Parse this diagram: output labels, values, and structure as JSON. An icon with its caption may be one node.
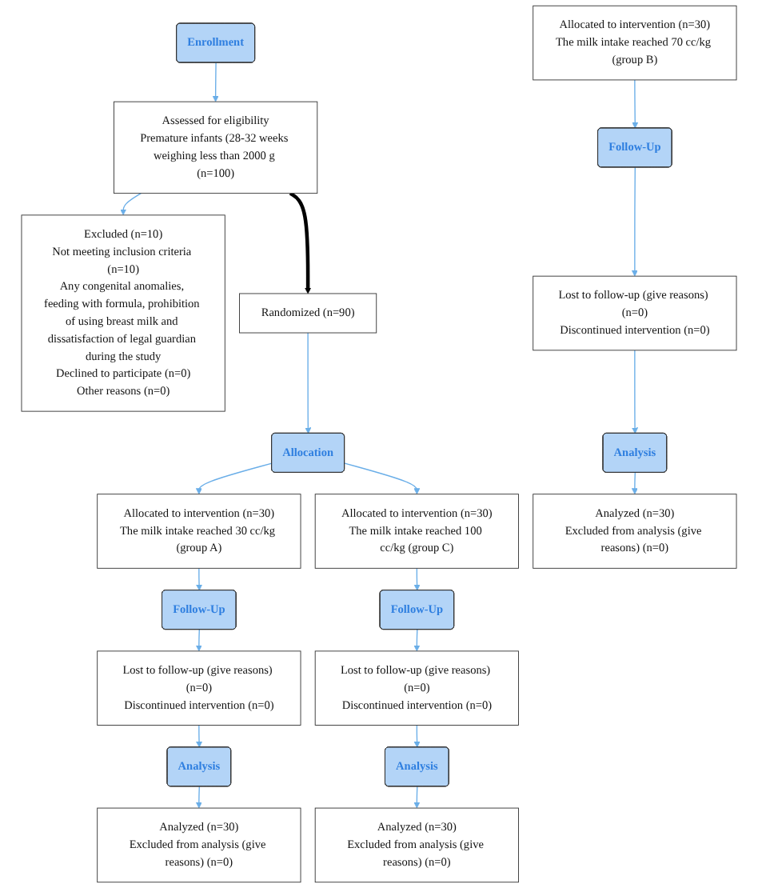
{
  "diagram": {
    "nodes": [
      {
        "text": [
          "Enrollment"
        ]
      },
      {
        "text": [
          "Assessed for eligibility",
          "Premature infants (28-32 weeks weighing less than 2000 g (n=100)"
        ]
      },
      {
        "text": [
          "Excluded (n=10)",
          "Not meeting inclusion criteria (n=10)",
          "Any congenital anomalies, feeding with formula, prohibition of using breast milk and dissatisfaction of legal guardian during the study",
          "Declined to participate (n=0)",
          "Other reasons (n=0)"
        ]
      },
      {
        "text": [
          "Randomized (n=90)"
        ]
      },
      {
        "text": [
          "Allocation"
        ]
      },
      {
        "text": [
          "Allocated to intervention (n=30)",
          "The milk intake reached 30 cc/kg (group A)"
        ]
      },
      {
        "text": [
          "Allocated to intervention (n=30)",
          "The milk intake reached 70 cc/kg (group B)"
        ]
      },
      {
        "text": [
          "Allocated to intervention (n=30)",
          "The milk intake reached 100 cc/kg (group C)"
        ]
      },
      {
        "text": [
          "Follow-Up"
        ]
      },
      {
        "text": [
          "Follow-Up"
        ]
      },
      {
        "text": [
          "Follow-Up"
        ]
      },
      {
        "text": [
          "Lost to follow-up (give reasons) (n=0)",
          "Discontinued intervention (n=0)"
        ]
      },
      {
        "text": [
          "Lost to follow-up (give reasons) (n=0)",
          "Discontinued intervention (n=0)"
        ]
      },
      {
        "text": [
          "Lost to follow-up (give reasons) (n=0)",
          "Discontinued intervention (n=0)"
        ]
      },
      {
        "text": [
          "Analysis"
        ]
      },
      {
        "text": [
          "Analysis"
        ]
      },
      {
        "text": [
          "Analysis"
        ]
      },
      {
        "text": [
          "Analyzed (n=30)",
          "Excluded from analysis (give reasons) (n=0)"
        ]
      },
      {
        "text": [
          "Analyzed (n=30)",
          "Excluded from analysis (give reasons) (n=0)"
        ]
      },
      {
        "text": [
          "Analyzed (n=30)",
          "Excluded from analysis (give reasons) (n=0)"
        ]
      }
    ],
    "edges": [
      {
        "from": 0,
        "to": 1,
        "arrow": "to"
      },
      {
        "from": 1,
        "to": 3,
        "arrow": "to",
        "style": "thick",
        "color": "#000000"
      },
      {
        "from": 1,
        "to": 2,
        "arrow": "to"
      },
      {
        "from": 3,
        "to": 4,
        "arrow": "to"
      },
      {
        "from": 4,
        "to": 5,
        "arrow": "to"
      },
      {
        "from": 4,
        "to": 7,
        "arrow": "to"
      },
      {
        "from": 5,
        "to": 8,
        "arrow": "to"
      },
      {
        "from": 6,
        "to": 9,
        "arrow": "to"
      },
      {
        "from": 7,
        "to": 10,
        "arrow": "to"
      },
      {
        "from": 8,
        "to": 11,
        "arrow": "to"
      },
      {
        "from": 9,
        "to": 12,
        "arrow": "to"
      },
      {
        "from": 10,
        "to": 13,
        "arrow": "to"
      },
      {
        "from": 11,
        "to": 14,
        "arrow": "to"
      },
      {
        "from": 12,
        "to": 15,
        "arrow": "to"
      },
      {
        "from": 13,
        "to": 16,
        "arrow": "to"
      },
      {
        "from": 14,
        "to": 17,
        "arrow": "to"
      },
      {
        "from": 15,
        "to": 18,
        "arrow": "to"
      },
      {
        "from": 16,
        "to": 19,
        "arrow": "to"
      }
    ]
  }
}
